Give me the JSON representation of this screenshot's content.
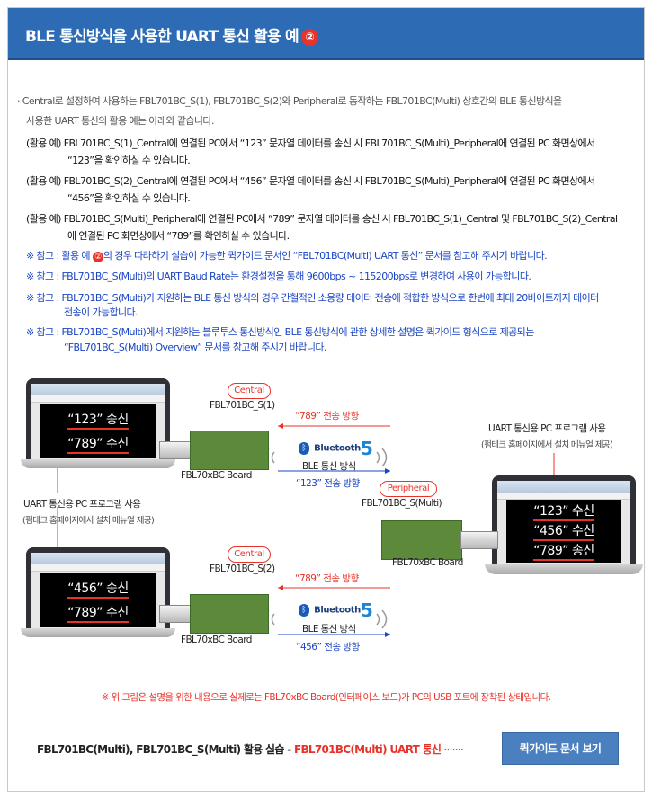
{
  "banner": {
    "title": "BLE 통신방식을 사용한 UART 통신 활용 예",
    "badge": "②"
  },
  "intro": {
    "line1": "· Central로 설정하여 사용하는 FBL701BC_S(1), FBL701BC_S(2)와 Peripheral로 동작하는 FBL701BC(Multi) 상호간의 BLE 통신방식을",
    "line2": "사용한 UART 통신의 활용 예는 아래와 같습니다."
  },
  "examples": [
    {
      "line1": "(활용 예) FBL701BC_S(1)_Central에 연결된 PC에서 “123” 문자열 데이터를 송신 시 FBL701BC_S(Multi)_Peripheral에 연결된 PC 화면상에서",
      "line2": "“123”을 확인하실 수 있습니다."
    },
    {
      "line1": "(활용 예) FBL701BC_S(2)_Central에 연결된 PC에서 “456” 문자열 데이터를 송신 시 FBL701BC_S(Multi)_Peripheral에 연결된 PC 화면상에서",
      "line2": "“456”을 확인하실 수 있습니다."
    },
    {
      "line1": "(활용 예) FBL701BC_S(Multi)_Peripheral에 연결된 PC에서 “789” 문자열 데이터를 송신 시 FBL701BC_S(1)_Central 및 FBL701BC_S(2)_Central",
      "line2": "에 연결된 PC 화면상에서 “789”를 확인하실 수 있습니다."
    }
  ],
  "notes": [
    {
      "pre": "※ 참고 : 활용 예 ",
      "badge": "②",
      "post": "의 경우 따라하기 실습이 가능한 퀵가이드 문서인 “FBL701BC(Multi) UART 통신” 문서를 참고해 주시기 바랍니다."
    },
    {
      "line1": "※ 참고 : FBL701BC_S(Multi)의 UART Baud Rate는 환경설정을 통해 9600bps ~ 115200bps로 변경하여 사용이 가능합니다."
    },
    {
      "line1": "※ 참고 : FBL701BC_S(Multi)가 지원하는  BLE 통신 방식의 경우 간헐적인 소용량 데이터 전송에 적합한 방식으로 한번에 최대 20바이트까지 데이터",
      "line2": "전송이 가능합니다."
    },
    {
      "line1": "※ 참고 : FBL701BC_S(Multi)에서 지원하는 블루투스 통신방식인 BLE 통신방식에 관한 상세한 설명은 퀵가이드 형식으로 제공되는",
      "line2": "“FBL701BC_S(Multi) Overview” 문서를 참고해 주시기 바랍니다."
    }
  ],
  "diagram": {
    "laptop_top": {
      "line1": "“123” 송신",
      "line2": "“789” 수신"
    },
    "laptop_bottom": {
      "line1": "“456” 송신",
      "line2": "“789” 수신"
    },
    "laptop_right": {
      "line1": "“123” 수신",
      "line2": "“456” 수신",
      "line3": "“789” 송신"
    },
    "uart_label": "UART 통신용 PC 프로그램 사용",
    "uart_sub": "(펌테크 홈페이지에서 설치 메뉴얼 제공)",
    "central_pill": "Central",
    "peripheral_pill": "Peripheral",
    "device_top": "FBL701BC_S(1)",
    "device_bottom": "FBL701BC_S(2)",
    "device_right": "FBL701BC_S(Multi)",
    "board_label": "FBL70xBC Board",
    "dir_789": "“789” 전송 방향",
    "dir_123": "“123” 전송 방향",
    "dir_456": "“456” 전송 방향",
    "bt_word": "Bluetooth",
    "bt_ver": "5",
    "ble_label": "BLE 통신 방식"
  },
  "bottom_note": "※ 위 그림은 설명을 위한 내용으로 실제로는 FBL70xBC Board(인터페이스 보드)가 PC의 USB 포트에 장착된 상태입니다.",
  "footer": {
    "lead": "FBL701BC(Multi), FBL701BC_S(Multi) 활용 실습 - ",
    "red": "FBL701BC(Multi) UART 통신",
    "dots": " ·······",
    "button": "퀵가이드 문서 보기"
  },
  "colors": {
    "banner": "#2d6cb5",
    "accent_red": "#e8332a",
    "note_blue": "#1a45c4",
    "button": "#4a7fc0"
  }
}
